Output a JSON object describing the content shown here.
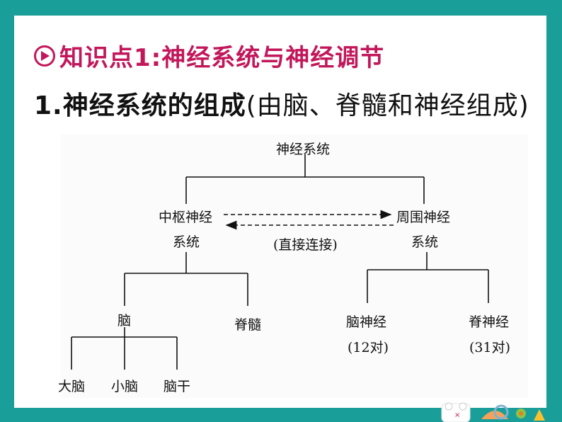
{
  "header": {
    "title": "知识点1:神经系统与神经调节"
  },
  "subheading": {
    "bold": "1.神经系统的组成",
    "rest": "(由脑、脊髓和神经组成)"
  },
  "diagram": {
    "root": "神经系统",
    "cns_line1": "中枢神经",
    "cns_line2": "系统",
    "pns_line1": "周围神经",
    "pns_line2": "系统",
    "link_label": "(直接连接)",
    "brain": "脑",
    "spinal_cord": "脊髓",
    "cerebrum": "大脑",
    "cerebellum": "小脑",
    "brainstem": "脑干",
    "cranial_line1": "脑神经",
    "cranial_line2": "(12对)",
    "spinal_nerve_line1": "脊神经",
    "spinal_nerve_line2": "(31对)"
  },
  "colors": {
    "accent": "#c2185b",
    "border": "#1a9e9a"
  }
}
